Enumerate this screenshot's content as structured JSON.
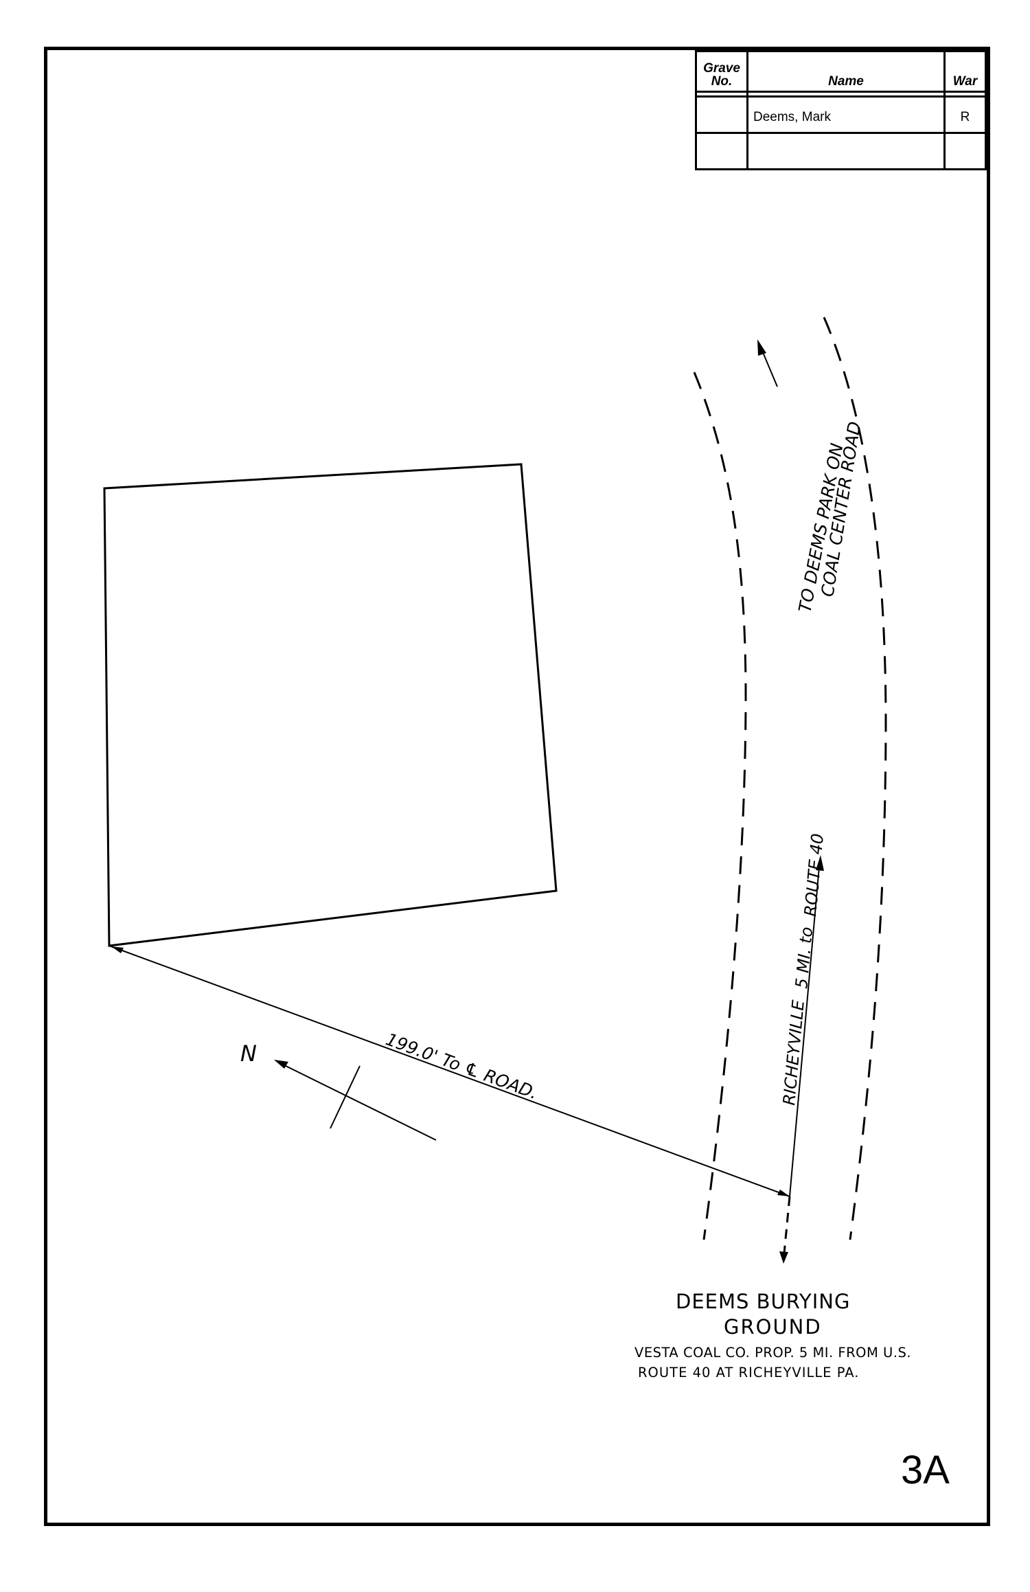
{
  "grave_table": {
    "headers": {
      "grave_no": "Grave No.",
      "grave_line1": "Grave",
      "grave_line2": "No.",
      "name": "Name",
      "war": "War"
    },
    "rows": [
      {
        "grave_no": "",
        "name": "Deems, Mark",
        "war": "R"
      },
      {
        "grave_no": "",
        "name": "",
        "war": ""
      }
    ]
  },
  "map": {
    "road_label_north": {
      "line1": "TO DEEMS PARK ON",
      "line2": "COAL CENTER ROAD"
    },
    "road_label_south": {
      "text_a": "RICHEYVILLE",
      "text_b": "5 MI. to",
      "text_c": "ROUTE 40"
    },
    "distance_label": "199.0' To ℄ ROAD.",
    "north_label": "N"
  },
  "title_block": {
    "line1": "DEEMS BURYING",
    "line2": "GROUND",
    "line3": "VESTA  COAL CO. PROP.  5 MI. FROM U.S.",
    "line4": "ROUTE 40  AT  RICHEYVILLE   PA."
  },
  "sheet_id": "3A",
  "colors": {
    "ink": "#000000",
    "paper": "#ffffff"
  }
}
